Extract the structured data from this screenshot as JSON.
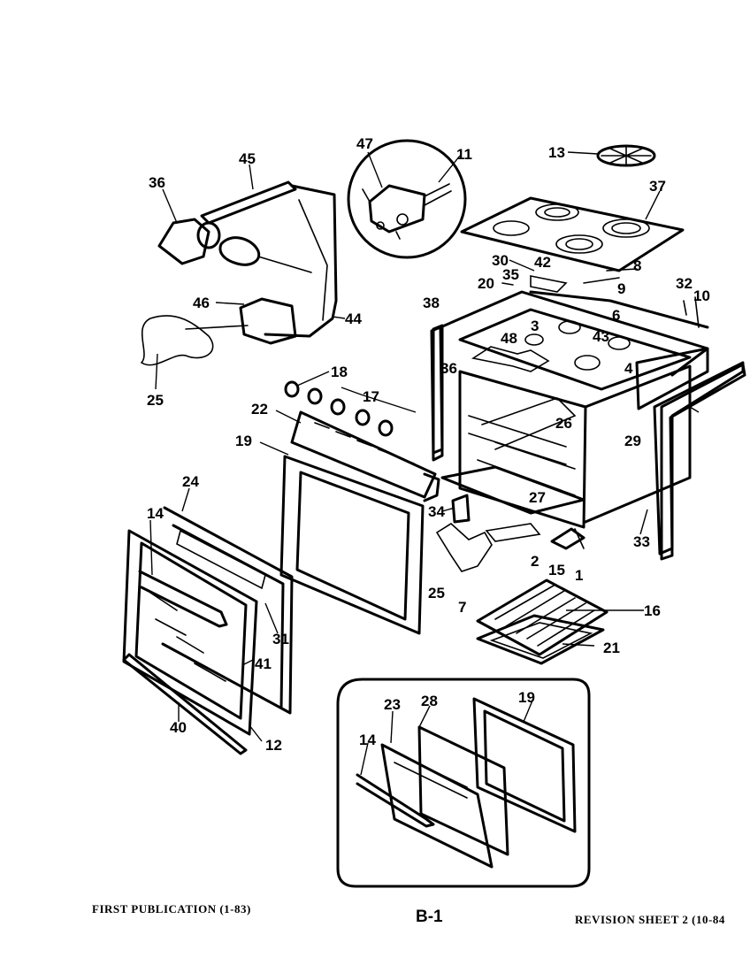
{
  "footer": {
    "first_publication": "FIRST PUBLICATION (1-83)",
    "sheet_code": "B-1",
    "revision": "REVISION SHEET 2 (10-84"
  },
  "callouts": [
    "45",
    "47",
    "11",
    "13",
    "37",
    "36",
    "30",
    "42",
    "8",
    "35",
    "20",
    "32",
    "10",
    "38",
    "9",
    "46",
    "44",
    "3",
    "6",
    "48",
    "43",
    "4",
    "36",
    "26",
    "25",
    "18",
    "17",
    "22",
    "29",
    "19",
    "24",
    "14",
    "34",
    "27",
    "33",
    "25",
    "2",
    "15",
    "1",
    "7",
    "31",
    "16",
    "41",
    "21",
    "40",
    "12",
    "23",
    "28",
    "19",
    "14"
  ]
}
